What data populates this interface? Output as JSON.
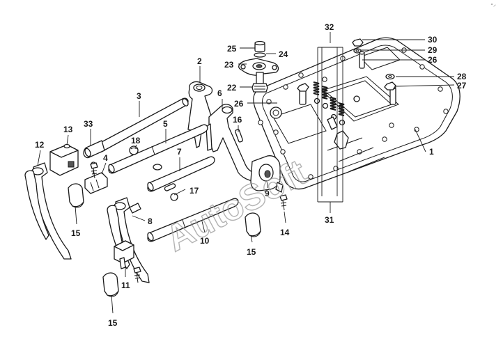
{
  "diagram": {
    "type": "exploded-parts-view",
    "callouts": [
      "1",
      "2",
      "3",
      "4",
      "5",
      "6",
      "7",
      "8",
      "9",
      "10",
      "11",
      "12",
      "13",
      "14",
      "15",
      "15",
      "15",
      "16",
      "17",
      "18",
      "22",
      "23",
      "24",
      "25",
      "26",
      "26",
      "27",
      "28",
      "29",
      "30",
      "31",
      "32",
      "33"
    ]
  },
  "watermark": {
    "text": "AutoSoft"
  },
  "corner_mark": {
    "text": "⁃⸝"
  }
}
